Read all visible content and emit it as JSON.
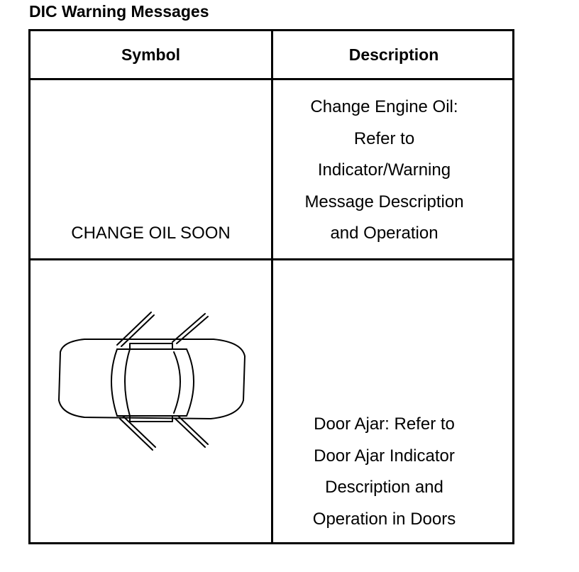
{
  "page": {
    "title": "DIC Warning Messages"
  },
  "table": {
    "headers": [
      "Symbol",
      "Description"
    ],
    "rows": [
      {
        "symbol_text": "CHANGE OIL SOON",
        "description_lines": [
          "Change Engine Oil:",
          "Refer to",
          "Indicator/Warning",
          "Message Description",
          "and Operation"
        ]
      },
      {
        "symbol_icon": "car-doors-open-icon",
        "description_lines": [
          "Door Ajar: Refer to",
          "Door Ajar Indicator",
          "Description and",
          "Operation in Doors"
        ]
      }
    ]
  }
}
